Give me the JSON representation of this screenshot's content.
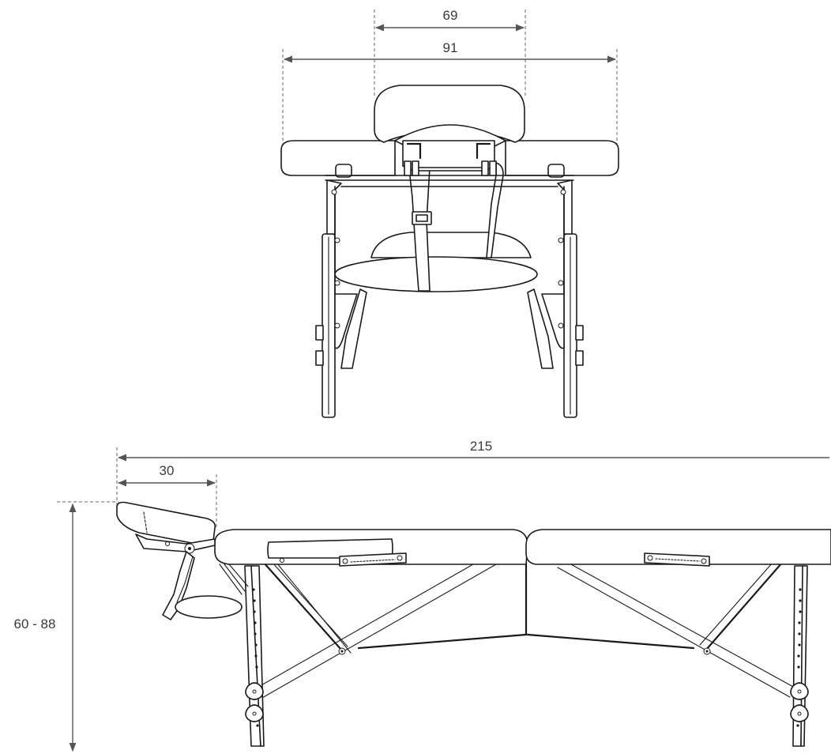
{
  "dimensions": {
    "headrest_width": "69",
    "table_width": "91",
    "total_length": "215",
    "headrest_length": "30",
    "height_range": "60 - 88"
  },
  "colors": {
    "ink": "#1a1a1a",
    "dimension": "#555555",
    "background": "#ffffff"
  }
}
